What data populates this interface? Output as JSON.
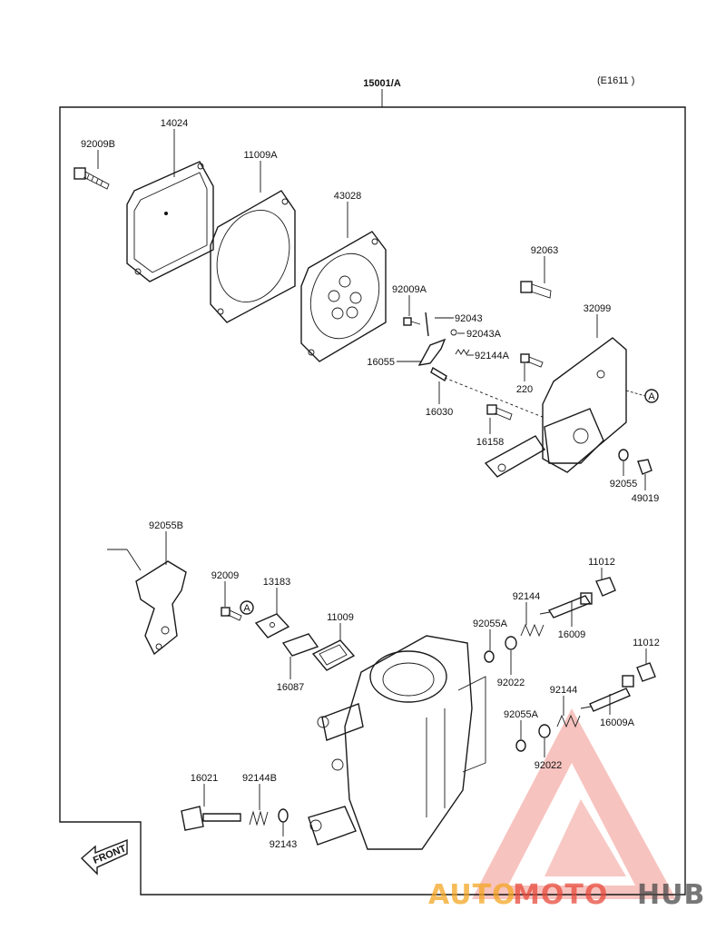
{
  "header": {
    "title": "15001/A",
    "code": "(E1611 )"
  },
  "front_arrow": {
    "label": "FRONT"
  },
  "callouts": [
    "A",
    "A"
  ],
  "parts": {
    "p92009B": "92009B",
    "p14024": "14024",
    "p11009A": "11009A",
    "p43028": "43028",
    "p92063": "92063",
    "p92009A": "92009A",
    "p92043": "92043",
    "p92043A": "92043A",
    "p32099": "32099",
    "p16055": "16055",
    "p92144A": "92144A",
    "p220": "220",
    "p16030": "16030",
    "p16158": "16158",
    "p92055": "92055",
    "p49019": "49019",
    "p92055B": "92055B",
    "p92009": "92009",
    "p13183": "13183",
    "p11009": "11009",
    "p16087": "16087",
    "p11012a": "11012",
    "p92144a": "92144",
    "p16009": "16009",
    "p92055A_a": "92055A",
    "p92022a": "92022",
    "p11012b": "11012",
    "p92144b": "92144",
    "p16009A": "16009A",
    "p92055A_b": "92055A",
    "p92022b": "92022",
    "p16021": "16021",
    "p92144B": "92144B",
    "p92143": "92143"
  },
  "watermark": {
    "auto": "AUTO",
    "moto": "MOTO",
    "hub": "HUB",
    "color_orange": "#f5a623",
    "color_red": "#e84a3c",
    "color_gray": "#4a4a4a"
  }
}
